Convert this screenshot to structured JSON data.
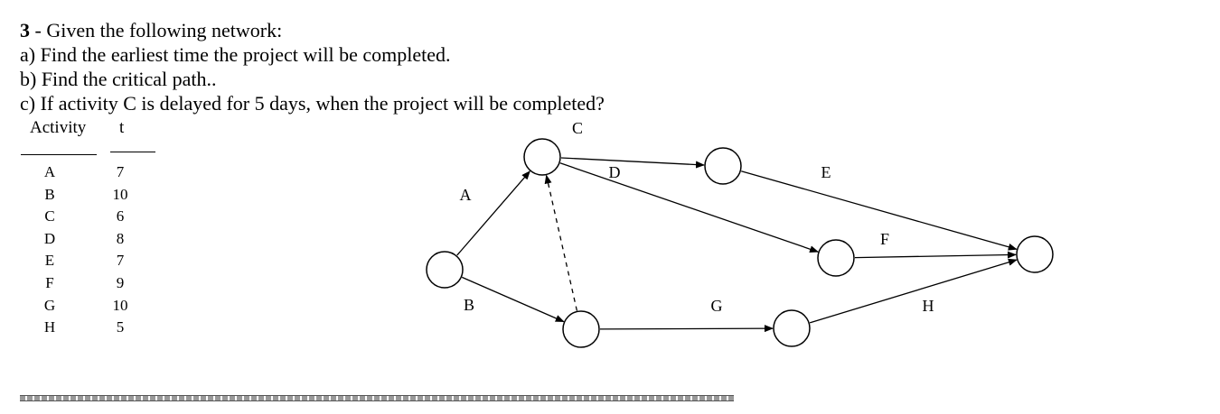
{
  "question": {
    "number": "3",
    "title_rest": " - Given the following network:",
    "part_a": "a) Find  the earliest time the project will be completed.",
    "part_b": "b) Find the critical path..",
    "part_c": "c) If activity C is delayed for 5 days, when the project will be completed?"
  },
  "table": {
    "header_activity": "Activity",
    "header_t": "t",
    "rows": [
      {
        "activity": "A",
        "t": "7"
      },
      {
        "activity": "B",
        "t": "10"
      },
      {
        "activity": "C",
        "t": "6"
      },
      {
        "activity": "D",
        "t": "8"
      },
      {
        "activity": "E",
        "t": "7"
      },
      {
        "activity": "F",
        "t": "9"
      },
      {
        "activity": "G",
        "t": "10"
      },
      {
        "activity": "H",
        "t": "5"
      }
    ]
  },
  "network": {
    "nodes": [
      "n1",
      "n2",
      "n3",
      "n4",
      "n5",
      "n6",
      "n7"
    ],
    "edges": [
      {
        "id": "A",
        "label": "A",
        "from": "n1",
        "to": "n2",
        "dummy": false
      },
      {
        "id": "B",
        "label": "B",
        "from": "n1",
        "to": "n3",
        "dummy": false
      },
      {
        "id": "C",
        "label": "C",
        "from": "n2",
        "to": "n4",
        "dummy": false
      },
      {
        "id": "D",
        "label": "D",
        "from": "n2",
        "to": "n5",
        "dummy": false
      },
      {
        "id": "E",
        "label": "E",
        "from": "n4",
        "to": "n7",
        "dummy": false
      },
      {
        "id": "F",
        "label": "F",
        "from": "n5",
        "to": "n7",
        "dummy": false
      },
      {
        "id": "G",
        "label": "G",
        "from": "n3",
        "to": "n6",
        "dummy": false
      },
      {
        "id": "H",
        "label": "H",
        "from": "n6",
        "to": "n7",
        "dummy": false
      },
      {
        "id": "dummy",
        "label": "",
        "from": "n3",
        "to": "n2",
        "dummy": true
      }
    ]
  }
}
